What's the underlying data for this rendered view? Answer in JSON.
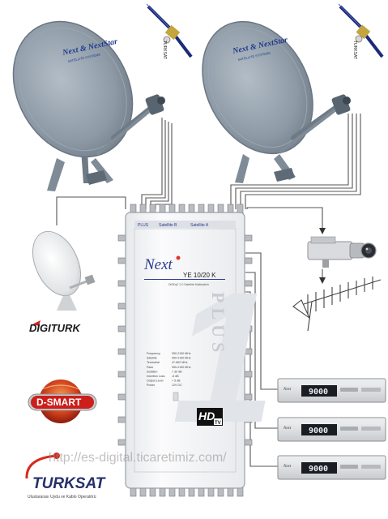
{
  "dish_left": {
    "logo_line1": "Next & NextStar",
    "logo_line2": "SATELLITE SYSTEMS",
    "satellite_label": "TURKSAT"
  },
  "dish_right": {
    "logo_line1": "Next & NextStar",
    "logo_line2": "SATELLITE SYSTEMS",
    "satellite_label": "TURKSAT"
  },
  "multiswitch": {
    "brand": "Next",
    "model": "YE 10/20 K",
    "subtitle": "DiSEqC 2.0 Satellite Multiswitch",
    "plus_text": "PLUS",
    "big_number": "1",
    "hd_badge": "HD",
    "tv_badge": "TV",
    "top_label_left": "PLUS",
    "top_label_sat_a": "Satellite A",
    "top_label_sat_b": "Satellite B",
    "spec_rows": [
      [
        "Frequency",
        "950-2150 MHz"
      ],
      [
        "Satellite",
        "950-2150 MHz"
      ],
      [
        "Terrestrial",
        "47-862 MHz"
      ],
      [
        "Pass",
        "950-2150 MHz"
      ],
      [
        "Isolation",
        "> 30 dB"
      ],
      [
        "Insertion Loss",
        "-6 dB"
      ],
      [
        "Output Level",
        "< 5 dB"
      ],
      [
        "Power",
        "12V DC"
      ]
    ]
  },
  "brands": {
    "digiturk": "DIGITURK",
    "dsmart": "D-SMART",
    "turksat": "TURKSAT",
    "turksat_caption": "Uluslararası Uydu ve Kablo Operatörü"
  },
  "receivers": [
    {
      "display": "9000",
      "brand": "Next"
    },
    {
      "display": "9000",
      "brand": "Next"
    },
    {
      "display": "9000",
      "brand": "Next"
    }
  ],
  "watermark": "http://es-digital.ticaretimiz.com/",
  "colors": {
    "dish": "#8d9aa6",
    "multiswitch_body": "#f2f3f5",
    "digiturk": "#1a1a1a",
    "dsmart_red": "#cc1f1a",
    "turksat_red": "#d52b1e",
    "turksat_blue": "#26306b"
  }
}
